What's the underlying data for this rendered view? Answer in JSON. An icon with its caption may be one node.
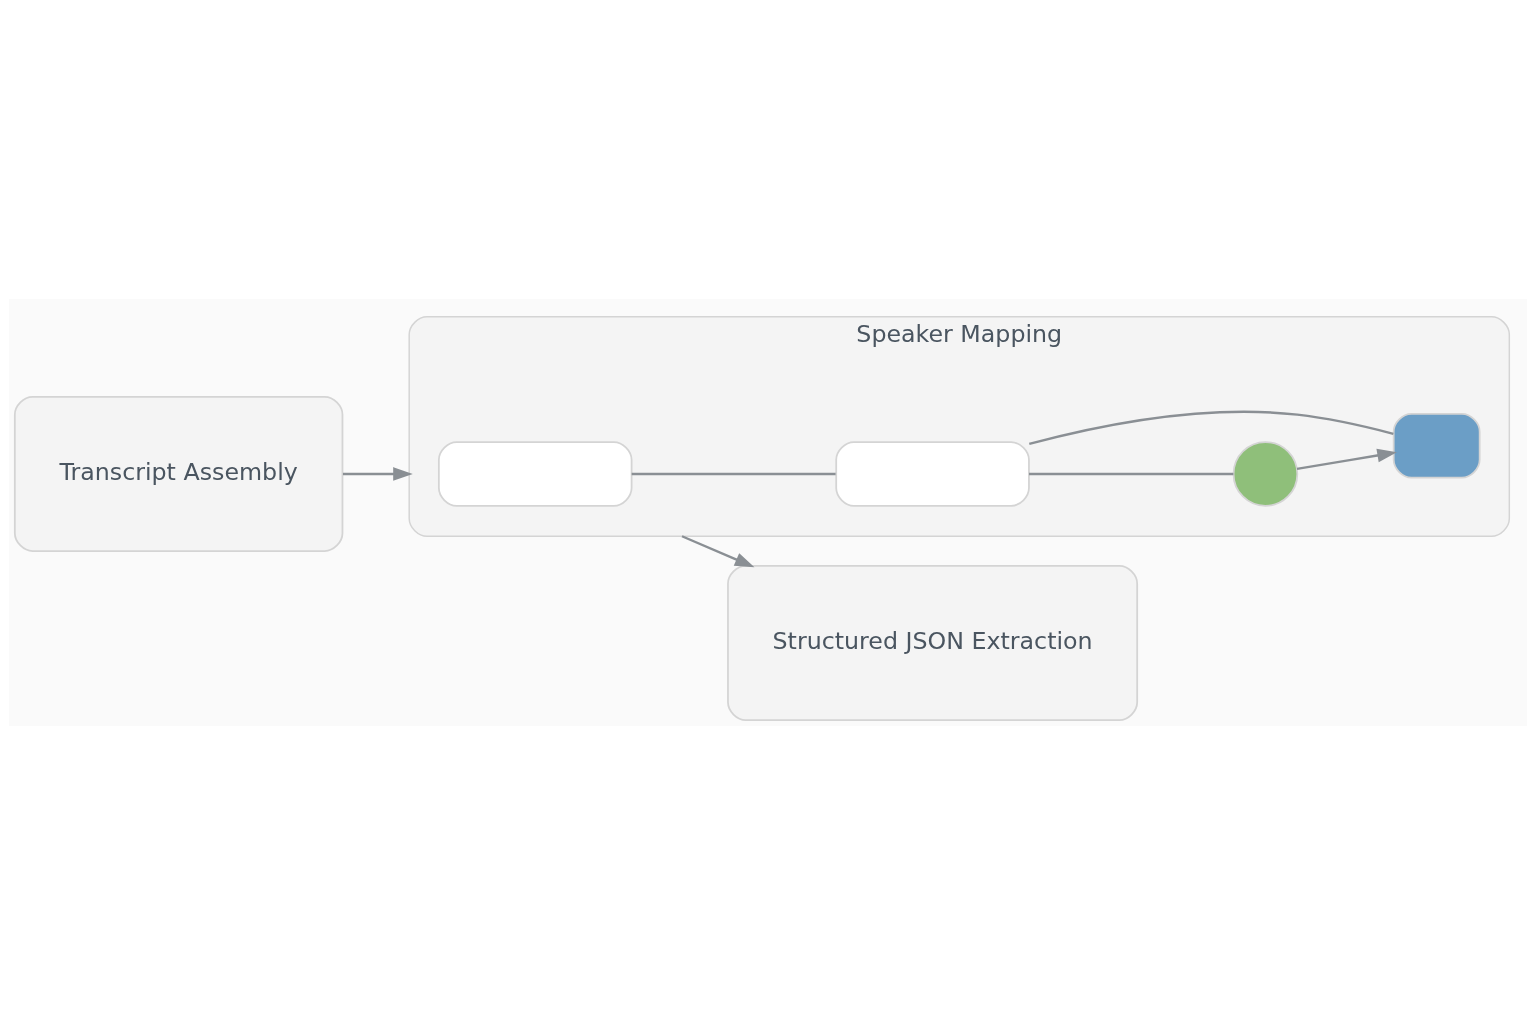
{
  "diagram": {
    "nodes": [
      {
        "text": [
          "Transcript Assembly"
        ]
      },
      {
        "text": [
          "Speaker Mapping"
        ]
      },
      {
        "text": [
          "Structured JSON Extraction"
        ]
      },
      {
        "text": [],
        "shape": "box",
        "in": 1
      },
      {
        "text": [],
        "shape": "box",
        "in": 1
      },
      {
        "text": [],
        "shape": "circle",
        "in": 1
      },
      {
        "text": [],
        "shape": "box",
        "in": 1
      }
    ],
    "edges": [
      {
        "from": 0,
        "to": 1,
        "arrow": "to"
      },
      {
        "from": 1,
        "to": 2,
        "arrow": "to"
      },
      {
        "from": 3,
        "to": 4,
        "arrow": "none"
      },
      {
        "from": 4,
        "to": 5,
        "arrow": "none"
      },
      {
        "from": 4,
        "to": 6,
        "arrow": "none"
      },
      {
        "from": 5,
        "to": 6,
        "arrow": "to"
      }
    ]
  }
}
